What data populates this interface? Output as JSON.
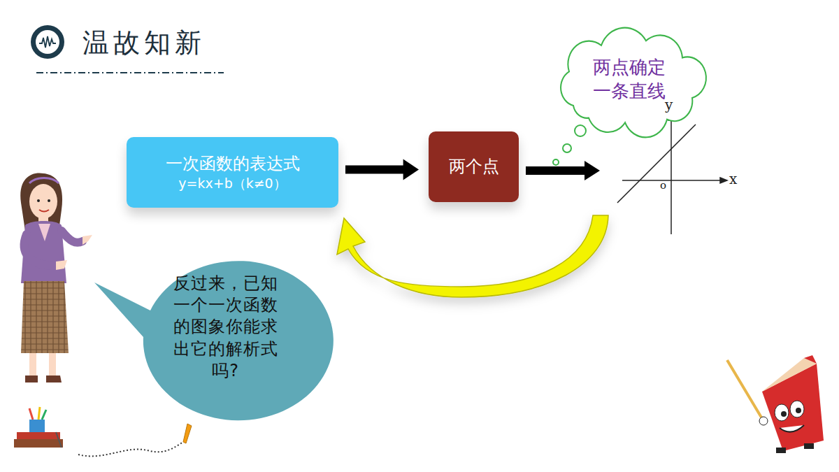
{
  "diagram": {
    "title": "温故知新",
    "nodes": [
      {
        "text": [
          "一次函数的表达式",
          "y=kx+b（k≠0）"
        ]
      },
      {
        "text": [
          "两个点"
        ]
      },
      {
        "text": [
          "两点确定 一条直线"
        ]
      },
      {
        "text": [
          "反过来，已知一个一次函数的图象你能求出它的解析式吗?"
        ]
      }
    ],
    "edges": [
      {
        "from": 0,
        "to": 1,
        "arrow": "to"
      }
    ],
    "labels": [
      "y",
      "x",
      "o"
    ]
  }
}
